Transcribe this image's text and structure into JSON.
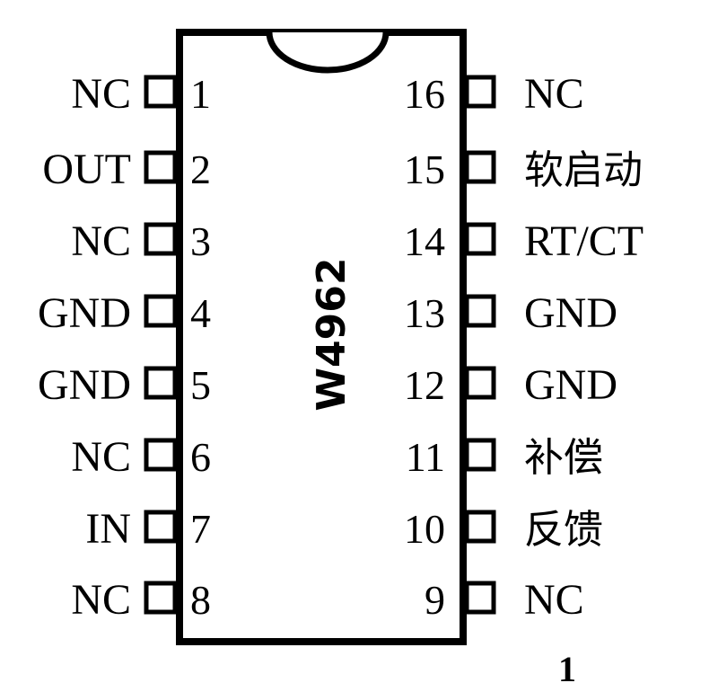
{
  "chip": {
    "label": "W4962",
    "left_pins": [
      {
        "number": "1",
        "name": "NC"
      },
      {
        "number": "2",
        "name": "OUT"
      },
      {
        "number": "3",
        "name": "NC"
      },
      {
        "number": "4",
        "name": "GND"
      },
      {
        "number": "5",
        "name": "GND"
      },
      {
        "number": "6",
        "name": "NC"
      },
      {
        "number": "7",
        "name": "IN"
      },
      {
        "number": "8",
        "name": "NC"
      }
    ],
    "right_pins": [
      {
        "number": "16",
        "name": "NC"
      },
      {
        "number": "15",
        "name": "软启动"
      },
      {
        "number": "14",
        "name": "RT/CT"
      },
      {
        "number": "13",
        "name": "GND"
      },
      {
        "number": "12",
        "name": "GND"
      },
      {
        "number": "11",
        "name": "补偿"
      },
      {
        "number": "10",
        "name": "反馈"
      },
      {
        "number": "9",
        "name": "NC"
      }
    ]
  },
  "page_number": "1"
}
